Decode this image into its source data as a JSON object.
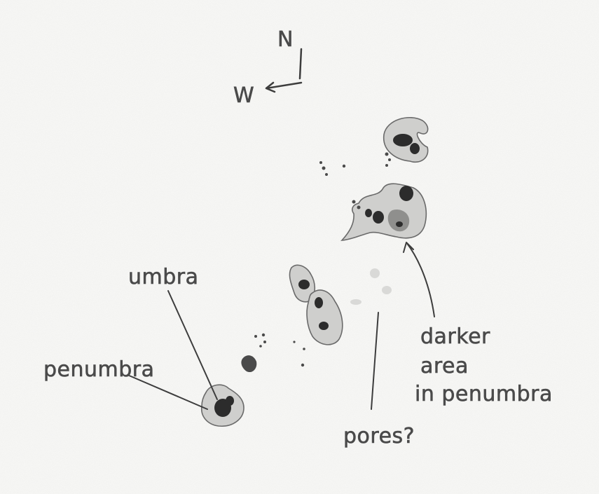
{
  "compass": {
    "north": "N",
    "west": "W"
  },
  "labels": {
    "umbra": "umbra",
    "penumbra": "penumbra",
    "darker_line1": "darker",
    "darker_line2": "area",
    "darker_line3": "in penumbra",
    "pores": "pores?"
  },
  "colors": {
    "paper": "#f7f7f5",
    "pencil": "#3d3d3d",
    "penumbra_shade": "#cfcfcd",
    "umbra_shade": "#2c2c2c"
  }
}
